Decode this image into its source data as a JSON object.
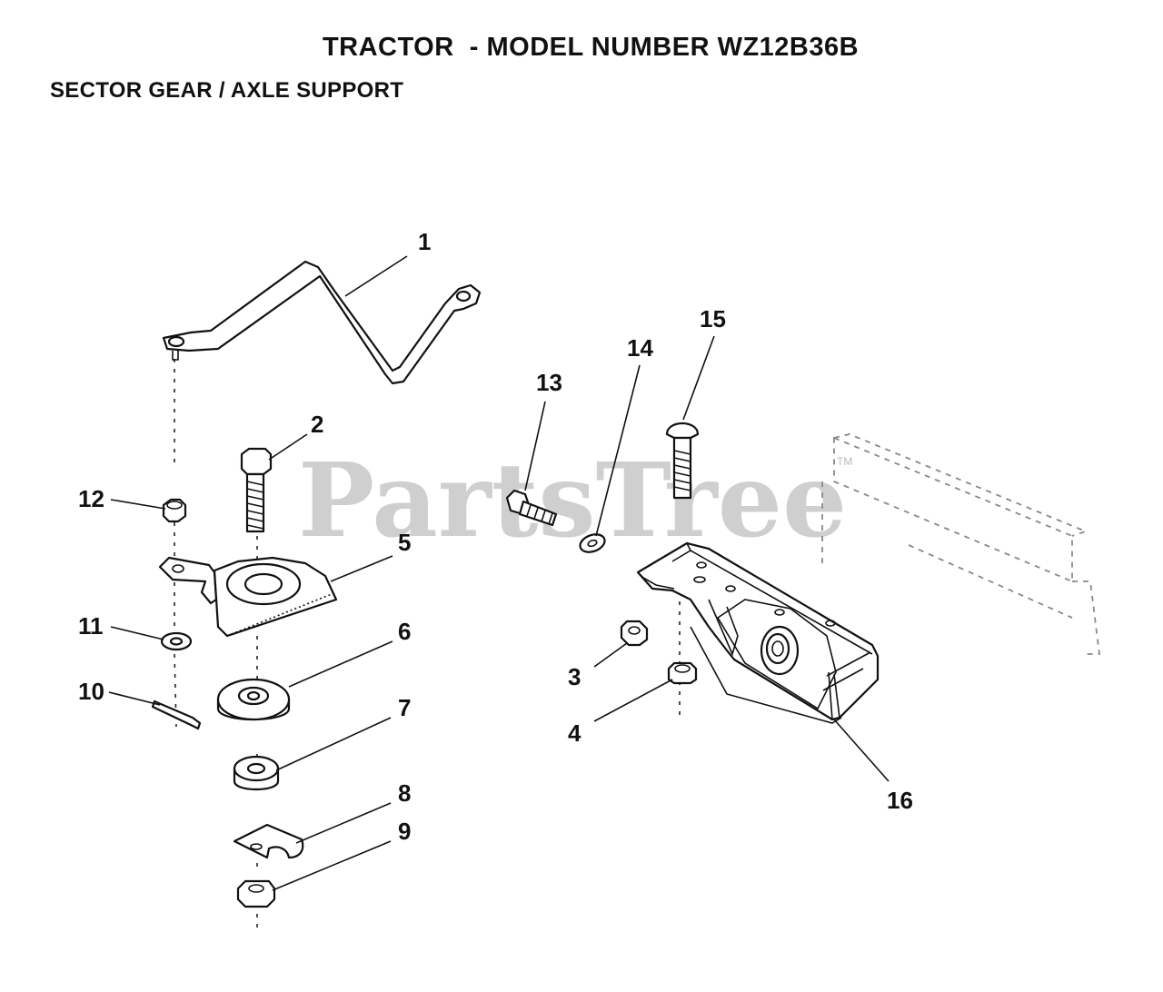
{
  "header": {
    "title": "TRACTOR  - MODEL NUMBER WZ12B36B",
    "subtitle": "SECTOR GEAR / AXLE SUPPORT"
  },
  "watermark": {
    "text": "PartsTree",
    "trademark": "TM"
  },
  "callouts": [
    "1",
    "2",
    "3",
    "4",
    "5",
    "6",
    "7",
    "8",
    "9",
    "10",
    "11",
    "12",
    "13",
    "14",
    "15",
    "16"
  ]
}
